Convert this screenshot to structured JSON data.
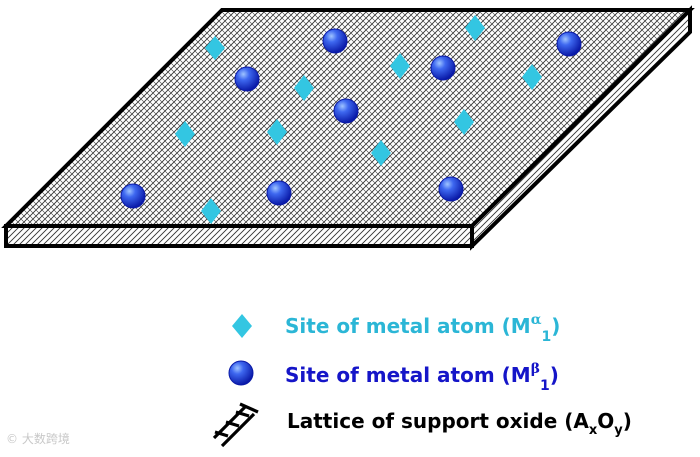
{
  "colors": {
    "diamond": "#33c6e2",
    "sphere_light": "#4f8cff",
    "sphere_dark": "#0a1aa8",
    "alpha_text": "#2bb6d6",
    "beta_text": "#1515c8",
    "oxide_text": "#000000"
  },
  "legend": {
    "alpha": {
      "prefix": "Site of metal atom (M",
      "sup": "α",
      "sub": "1",
      "suffix": ")"
    },
    "beta": {
      "prefix": "Site of metal atom (M",
      "sup": "β",
      "sub": "1",
      "suffix": ")"
    },
    "oxide": {
      "prefix": "Lattice of support oxide (A",
      "sub1": "x",
      "mid": "O",
      "sub2": "y",
      "suffix": ")"
    }
  },
  "watermark": "© 大数跨境",
  "icons": {
    "alpha": "diamond-icon",
    "beta": "sphere-icon",
    "oxide": "lattice-icon"
  }
}
